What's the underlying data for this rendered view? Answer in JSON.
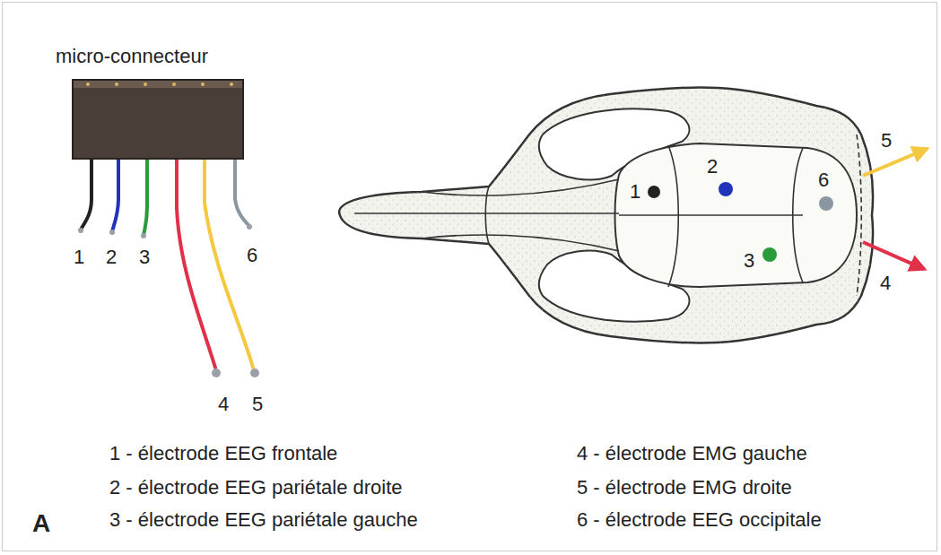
{
  "diagram": {
    "nodes": [
      {
        "text": [
          "micro-connecteur"
        ]
      }
    ],
    "labels": [
      "1",
      "2",
      "3",
      "6",
      "4",
      "5",
      "1",
      "2",
      "3",
      "6",
      "5",
      "4",
      "1 - électrode EEG frontale",
      "2 - électrode EEG pariétale droite",
      "3 - électrode EEG pariétale gauche",
      "4 - électrode EMG gauche",
      "5 - électrode EMG droite",
      "6 - électrode EEG occipitale",
      "A"
    ]
  }
}
